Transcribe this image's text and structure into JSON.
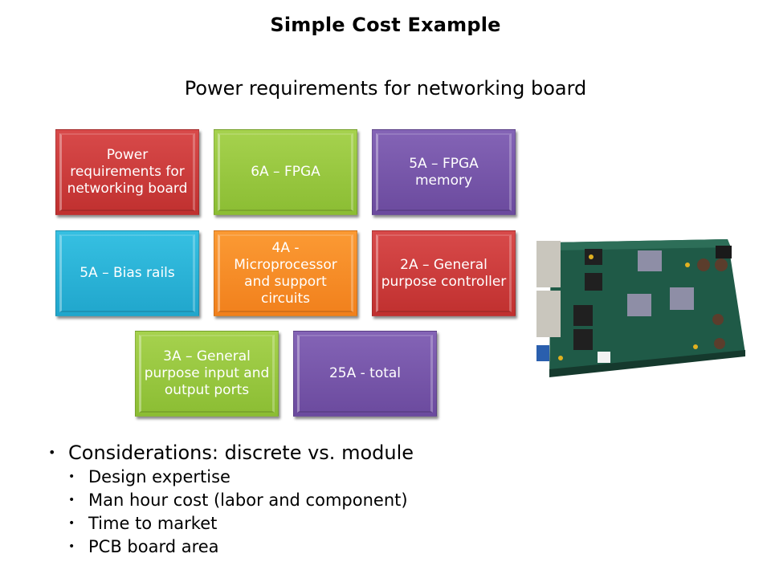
{
  "slide": {
    "title": "Simple Cost Example",
    "subtitle": "Power requirements for networking board"
  },
  "boxes": [
    {
      "label": "Power requirements for networking board",
      "color": "#c93a3a"
    },
    {
      "label": "6A – FPGA",
      "color": "#98c73e"
    },
    {
      "label": "5A – FPGA memory",
      "color": "#7555a8"
    },
    {
      "label": "5A – Bias rails",
      "color": "#2ab2d6"
    },
    {
      "label": "4A - Microprocessor and support circuits",
      "color": "#f68c25"
    },
    {
      "label": "2A – General purpose controller",
      "color": "#c93a3a"
    },
    {
      "label": "3A – General purpose input and output ports",
      "color": "#98c73e"
    },
    {
      "label": "25A - total",
      "color": "#7555a8"
    }
  ],
  "image": {
    "name": "networking-board-photo"
  },
  "bullets": {
    "main": "Considerations: discrete vs. module",
    "sub": [
      "Design expertise",
      "Man hour cost (labor and component)",
      "Time to market",
      "PCB board area"
    ],
    "bullet_glyph": "•"
  }
}
